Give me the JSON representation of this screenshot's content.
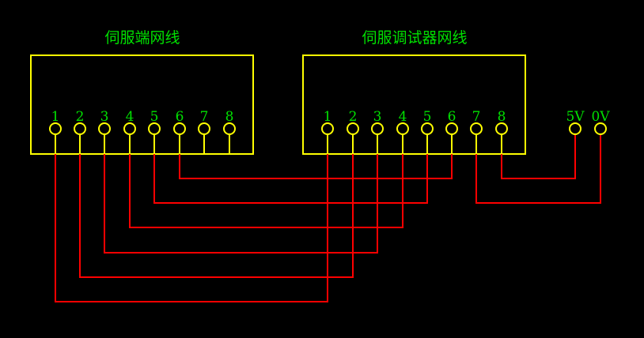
{
  "colors": {
    "background": "#000000",
    "box_outline": "#ffff00",
    "text": "#00e000",
    "wire": "#ff0000"
  },
  "servo_cable": {
    "title": "伺服端网线",
    "pins": [
      "1",
      "2",
      "3",
      "4",
      "5",
      "6",
      "7",
      "8"
    ]
  },
  "debugger_cable": {
    "title": "伺服调试器网线",
    "pins": [
      "1",
      "2",
      "3",
      "4",
      "5",
      "6",
      "7",
      "8"
    ]
  },
  "power": {
    "pins": [
      "5V",
      "0V"
    ]
  },
  "connections": [
    {
      "from": "servo.1",
      "to": "debugger.1"
    },
    {
      "from": "servo.2",
      "to": "debugger.2"
    },
    {
      "from": "servo.3",
      "to": "debugger.3"
    },
    {
      "from": "servo.4",
      "to": "debugger.4"
    },
    {
      "from": "servo.5",
      "to": "debugger.5"
    },
    {
      "from": "servo.6",
      "to": "debugger.6"
    },
    {
      "from": "debugger.7",
      "to": "power.0V"
    },
    {
      "from": "debugger.8",
      "to": "power.5V"
    }
  ]
}
